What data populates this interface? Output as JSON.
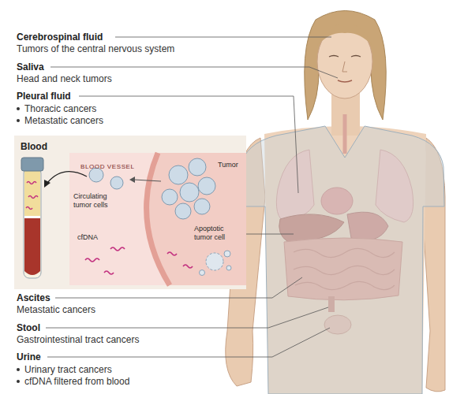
{
  "diagram": {
    "nodes": [
      {
        "text": [
          "Blood"
        ]
      },
      {
        "text": [
          "BLOOD VESSEL"
        ],
        "in": 0
      }
    ],
    "labels": [
      "Cerebrospinal fluid",
      "Tumors of the central nervous system",
      "Saliva",
      "Head and neck tumors",
      "Pleural fluid",
      "Thoracic cancers",
      "Metastatic cancers",
      "Tumor",
      "Circulating tumor cells",
      "Apoptotic tumor cell",
      "cfDNA",
      "Ascites",
      "Metastatic cancers",
      "Stool",
      "Gastrointestinal tract cancers",
      "Urine",
      "Urinary tract cancers",
      "cfDNA filtered from blood"
    ]
  }
}
